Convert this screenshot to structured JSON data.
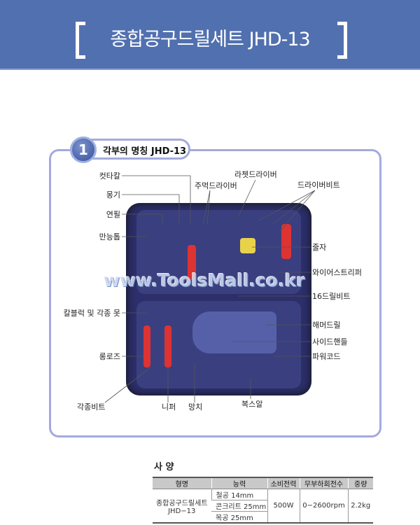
{
  "header": {
    "title": "종합공구드릴세트 JHD-13"
  },
  "section": {
    "number": "1",
    "title": "각부의 명칭 JHD-13"
  },
  "labels": {
    "cutter": "컷타칼",
    "monkey": "몽기",
    "pencil": "연필",
    "saw": "만능톱",
    "ratchet": "라쳇드라이버",
    "fist": "주먹드라이버",
    "bits": "드라이버비트",
    "tape": "줄자",
    "stripper": "와이어스트리퍼",
    "drillbits": "16드릴비트",
    "hammerdrill": "해머드릴",
    "sidehandle": "사이드핸들",
    "cord": "파워코드",
    "anchors": "칼블럭 및 각종 못",
    "longnose": "롱로즈",
    "variousbits": "각종비트",
    "nipper": "니퍼",
    "hammer": "망치",
    "sockets": "복스알"
  },
  "watermark": "www.ToolsMall.co.kr",
  "spec": {
    "title": "사 양",
    "headers": [
      "형명",
      "능력",
      "소비전력",
      "무부하회전수",
      "중량"
    ],
    "model": "종합공구드릴세트 JHD−13",
    "capacity": [
      "철공 14mm",
      "콘크리트 25mm",
      "목공 25mm"
    ],
    "power": "500W",
    "rpm": "0−2600rpm",
    "weight": "2.2kg"
  },
  "colors": {
    "header": "#5170b0",
    "panel_border": "#a4aadc"
  }
}
